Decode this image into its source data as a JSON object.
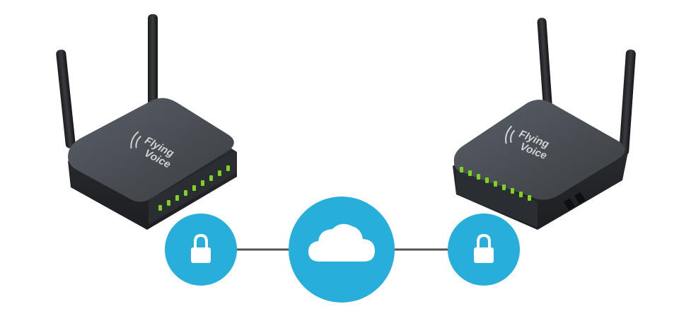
{
  "routers": {
    "left": {
      "brand_line1": "Flying",
      "brand_line2": "Voice"
    },
    "right": {
      "brand_line1": "Flying",
      "brand_line2": "Voice"
    }
  },
  "colors": {
    "accent": "#27aedb",
    "router_body": "#3d4146",
    "router_top": "#4a4f55",
    "led": "#7ed321",
    "link": "#555555",
    "icon": "#ffffff"
  },
  "icons": {
    "left_badge": "lock-icon",
    "center_badge": "cloud-icon",
    "right_badge": "lock-icon"
  }
}
